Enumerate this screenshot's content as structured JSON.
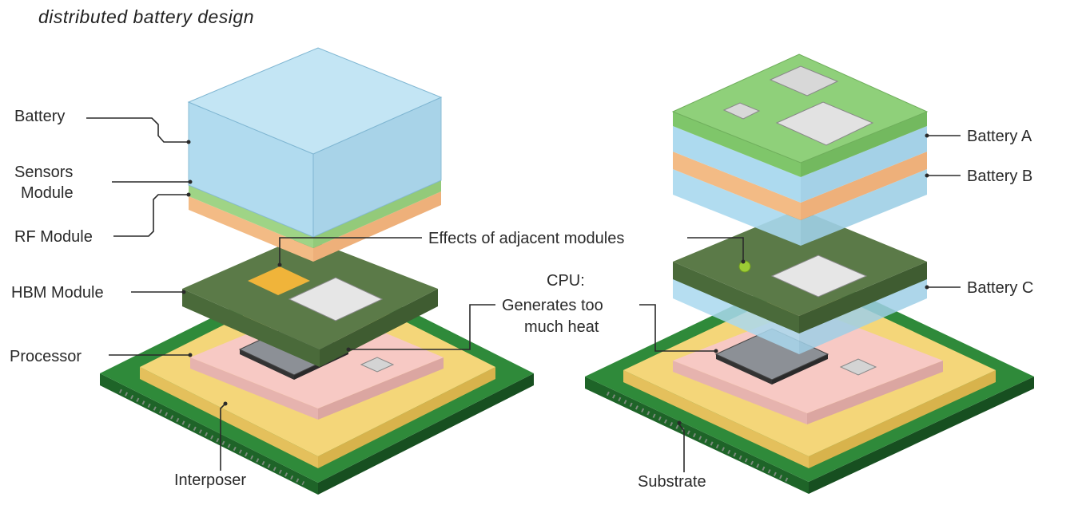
{
  "title": "distributed battery design",
  "left": {
    "battery": "Battery",
    "sensors_line1": "Sensors",
    "sensors_line2": "Module",
    "rf": "RF Module",
    "hbm": "HBM Module",
    "processor": "Processor",
    "interposer": "Interposer"
  },
  "center": {
    "effects": "Effects of adjacent modules",
    "cpu_line1": "CPU:",
    "cpu_line2": "Generates too",
    "cpu_line3": "much heat"
  },
  "right": {
    "battery_a": "Battery A",
    "battery_b": "Battery B",
    "battery_c": "Battery C",
    "substrate": "Substrate"
  },
  "colors": {
    "substrate": "#2f8a3a",
    "interposer": "#f4d679",
    "processor_area": "#f7c9c4",
    "chip": "#6f7378",
    "hbm": "#5b7a48",
    "battery": "#a9d8ee",
    "rf": "#f7c79a",
    "sensors": "#a6d88a",
    "top_board": "#8fd07a",
    "hotspot": "#f0b43a",
    "effect_dot": "#9ccc35"
  }
}
